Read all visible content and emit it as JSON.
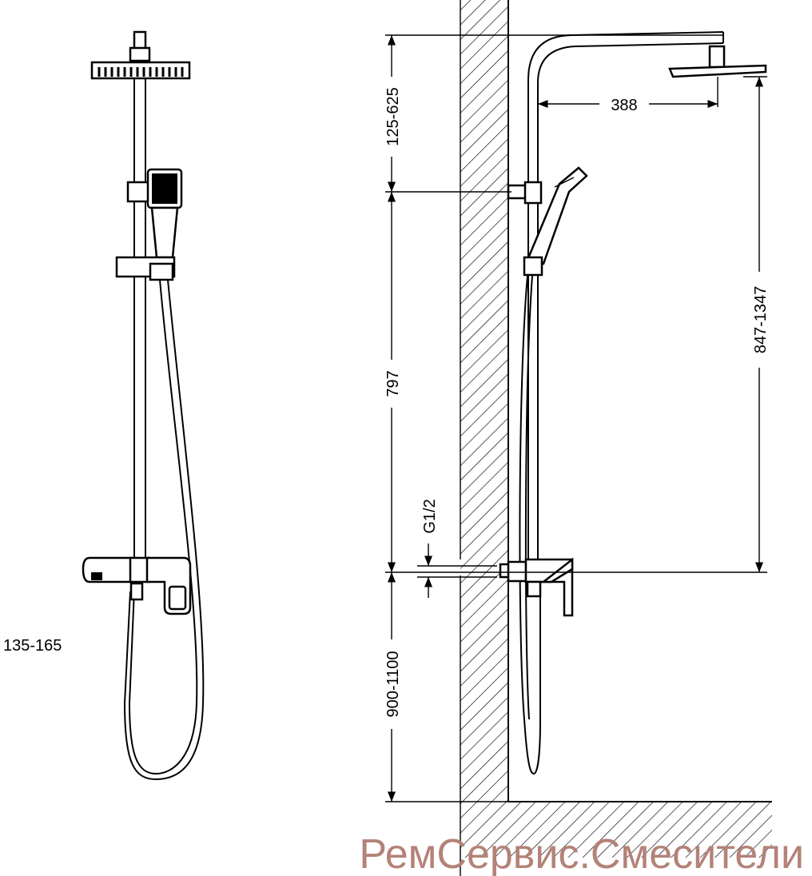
{
  "labels": {
    "side_offset": "135-165",
    "top_height": "125-625",
    "arm_length": "388",
    "rail_length": "797",
    "head_height": "847-1347",
    "thread": "G1/2",
    "mixer_height": "900-1100"
  },
  "watermark": "РемСервис.Смесители",
  "colors": {
    "line": "#000000",
    "watermark": "#b48278"
  }
}
